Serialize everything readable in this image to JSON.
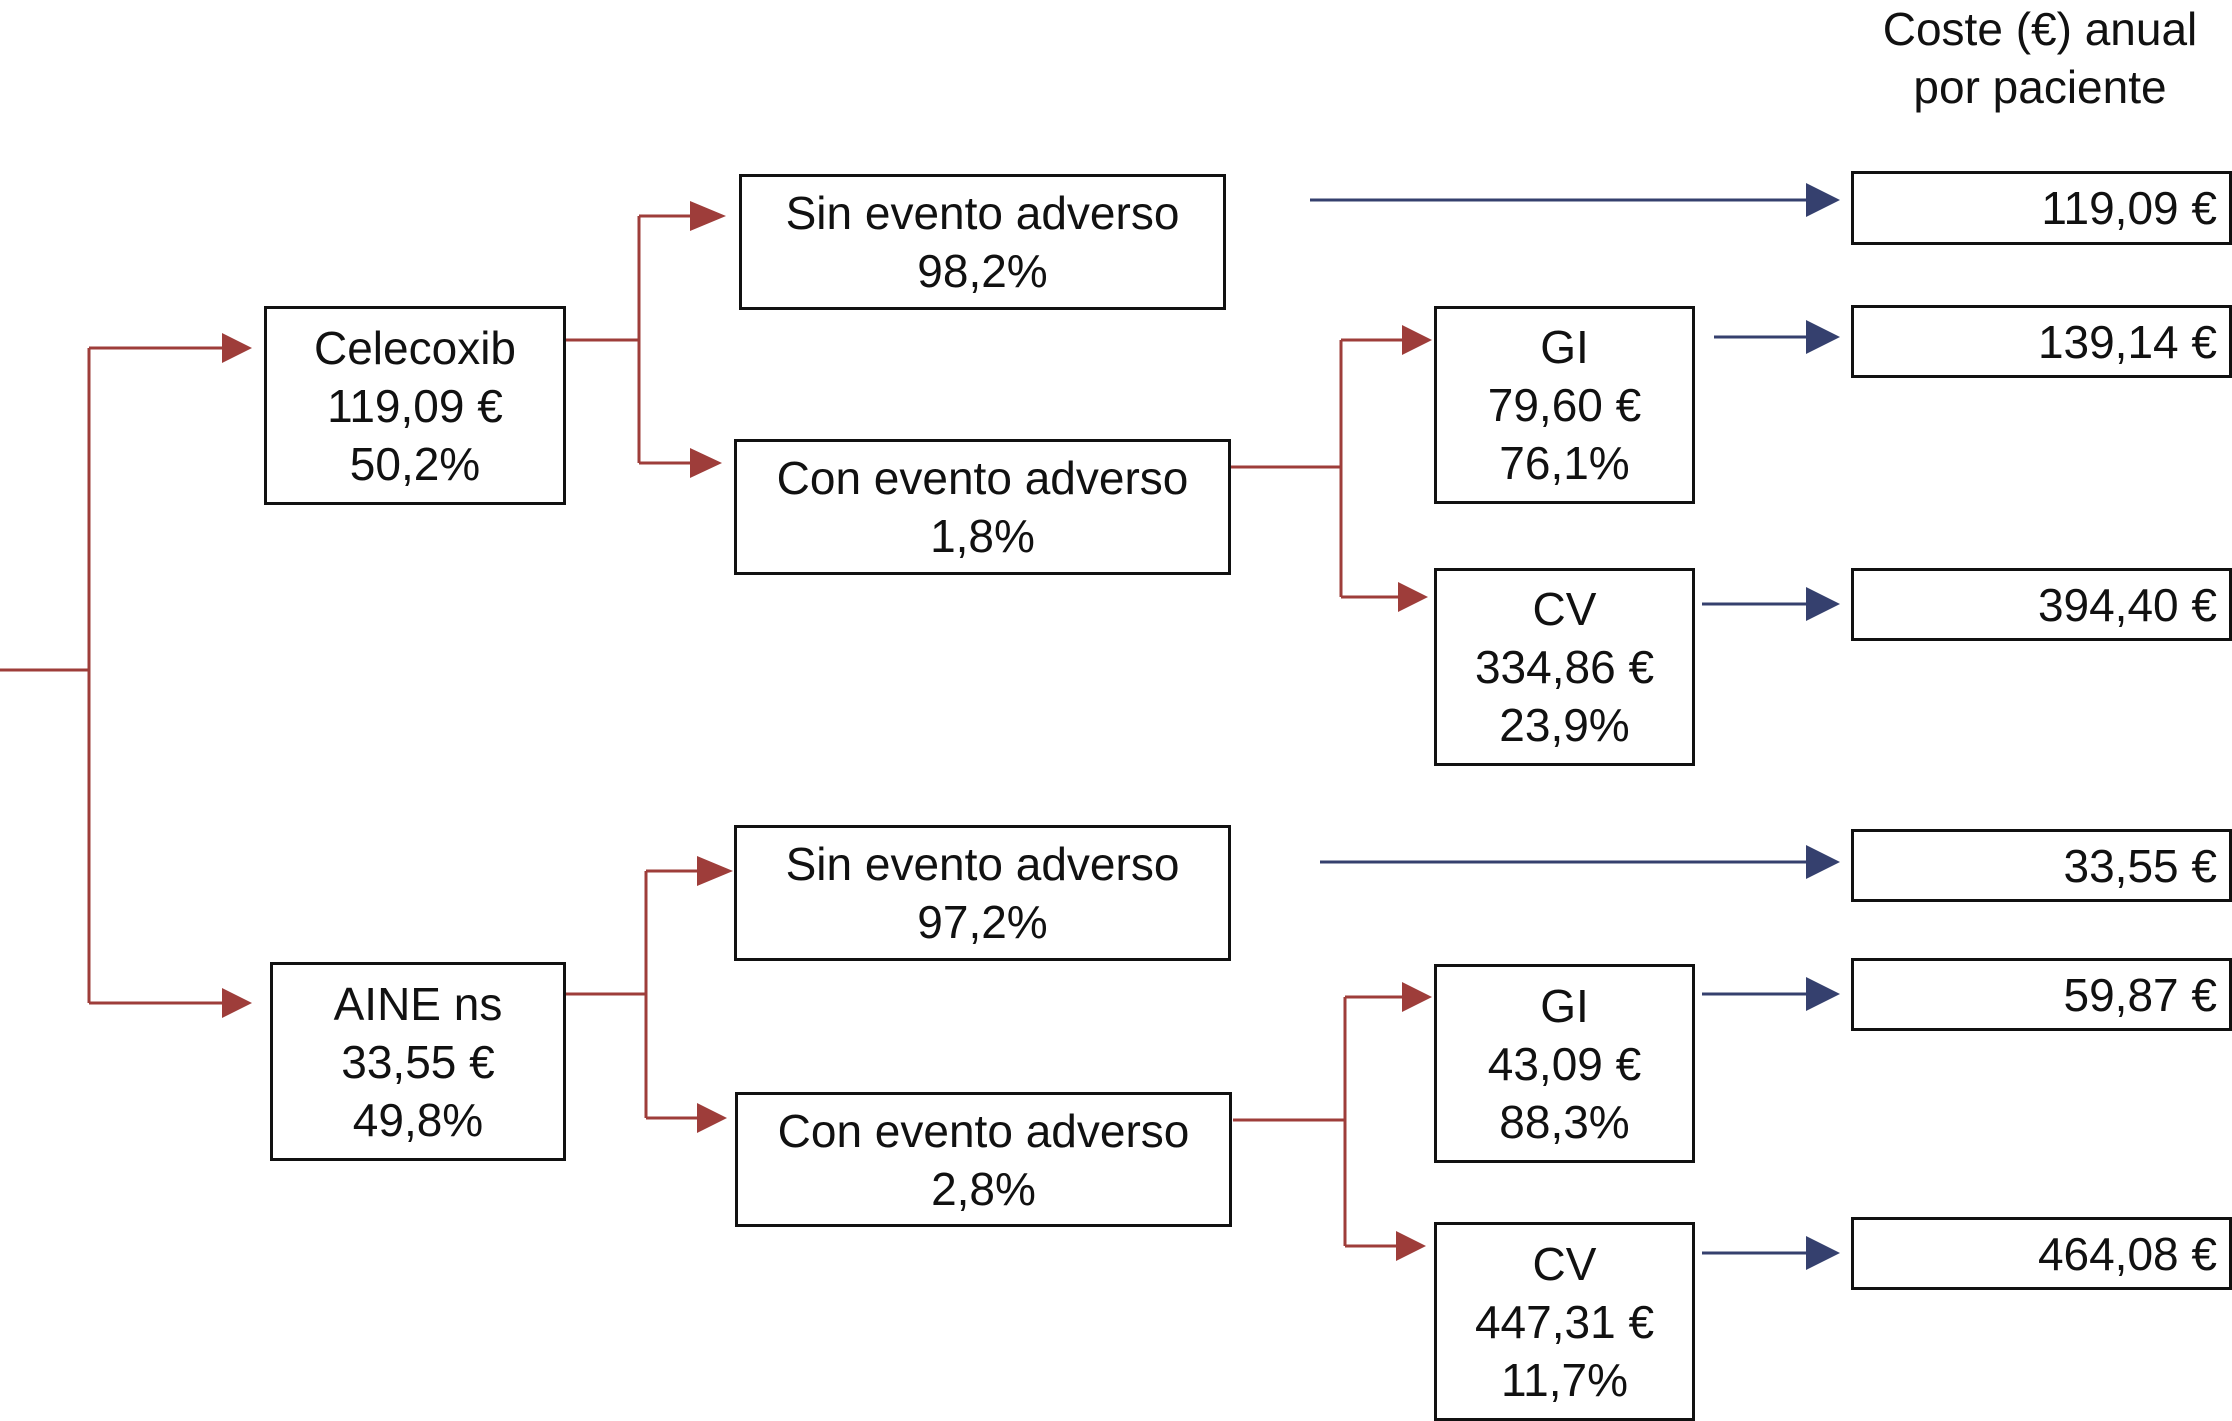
{
  "header": {
    "line1": "Coste (€) anual",
    "line2": "por paciente"
  },
  "colors": {
    "tree_line": "#9e3d3a",
    "cost_arrow": "#35406e",
    "box_border": "#111111"
  },
  "celecoxib": {
    "name": "Celecoxib",
    "cost": "119,09 €",
    "prob": "50,2%",
    "no_event": {
      "label": "Sin evento adverso",
      "prob": "98,2%"
    },
    "event": {
      "label": "Con evento adverso",
      "prob": "1,8%"
    },
    "gi": {
      "label": "GI",
      "cost": "79,60 €",
      "prob": "76,1%"
    },
    "cv": {
      "label": "CV",
      "cost": "334,86 €",
      "prob": "23,9%"
    }
  },
  "aine": {
    "name": "AINE ns",
    "cost": "33,55 €",
    "prob": "49,8%",
    "no_event": {
      "label": "Sin evento adverso",
      "prob": "97,2%"
    },
    "event": {
      "label": "Con evento adverso",
      "prob": "2,8%"
    },
    "gi": {
      "label": "GI",
      "cost": "43,09 €",
      "prob": "88,3%"
    },
    "cv": {
      "label": "CV",
      "cost": "447,31 €",
      "prob": "11,7%"
    }
  },
  "outcome_costs": {
    "cel_no_event": "119,09 €",
    "cel_gi": "139,14 €",
    "cel_cv": "394,40 €",
    "aine_no_event": "33,55 €",
    "aine_gi": "59,87 €",
    "aine_cv": "464,08 €"
  }
}
